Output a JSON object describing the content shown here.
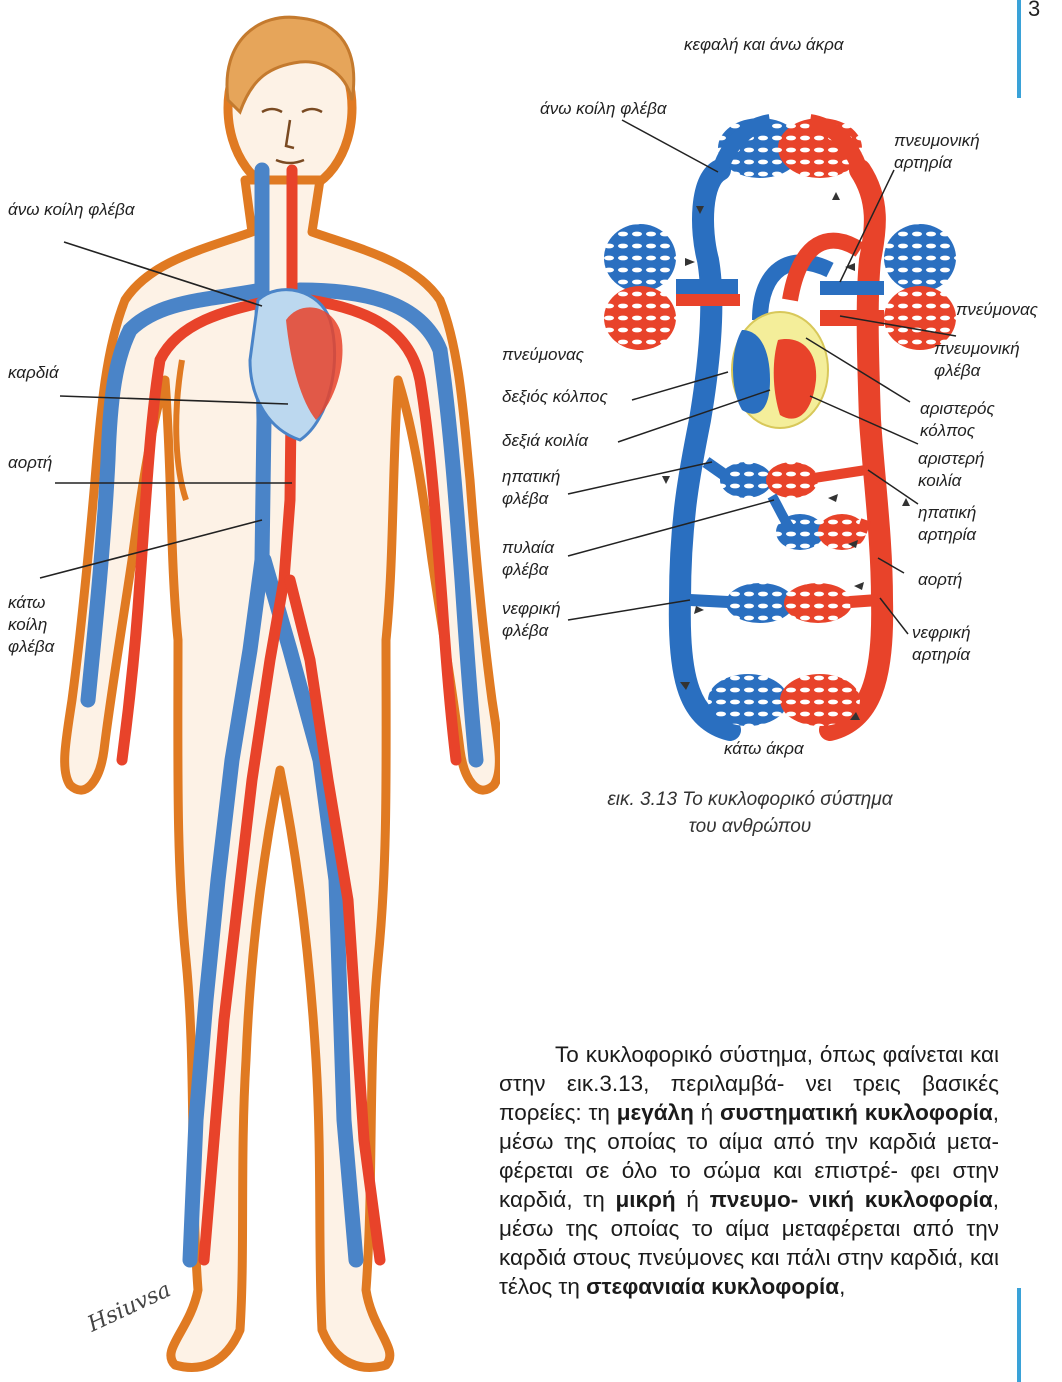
{
  "page": {
    "number": "3"
  },
  "colors": {
    "vein": "#2a6fc0",
    "artery": "#e8432a",
    "accent_line": "#3aa2d8",
    "skin_outline": "#e07a22",
    "heart_yellow": "#f4ee9a"
  },
  "left_figure": {
    "labels": {
      "upper_vena_cava": "άνω κοίλη φλέβα",
      "heart": "καρδιά",
      "aorta": "αορτή",
      "lower_vena_cava": "κάτω\nκοίλη\nφλέβα"
    },
    "signature_text": "Hsiuvsa"
  },
  "right_diagram": {
    "labels": {
      "head_arms": "κεφαλή και άνω άκρα",
      "upper_vena_cava": "άνω κοίλη φλέβα",
      "pulmonary_artery": "πνευμονική\nαρτηρία",
      "lung_right": "πνεύμονας",
      "lung_left": "πνεύμονας",
      "pulmonary_vein": "πνευμονική\nφλέβα",
      "right_atrium": "δεξιός κόλπος",
      "left_atrium": "αριστερός\nκόλπος",
      "right_ventricle": "δεξιά κοιλία",
      "left_ventricle": "αριστερή\nκοιλία",
      "hepatic_vein": "ηπατική\nφλέβα",
      "hepatic_artery": "ηπατική\nαρτηρία",
      "portal_vein": "πυλαία\nφλέβα",
      "aorta": "αορτή",
      "renal_vein": "νεφρική\nφλέβα",
      "renal_artery": "νεφρική\nαρτηρία",
      "lower_limbs": "κάτω άκρα"
    }
  },
  "caption": {
    "line1": "εικ. 3.13 Το κυκλοφορικό σύστημα",
    "line2": "του ανθρώπου"
  },
  "paragraph": {
    "p1": "Το κυκλοφορικό σύστημα, όπως φαίνεται και στην εικ.3.13, περιλαμβά- νει τρεις βασικές πορείες: τη ",
    "b1": "μεγάλη",
    "p2": " ή ",
    "b2": "συστηματική κυκλοφορία",
    "p3": ", μέσω της οποίας το αίμα από την καρδιά μετα- φέρεται σε όλο το σώμα και επιστρέ- φει στην καρδιά, τη ",
    "b3": "μικρή",
    "p4": " ή ",
    "b4": "πνευμο- νική κυκλοφορία",
    "p5": ", μέσω της οποίας το αίμα μεταφέρεται από την καρδιά στους πνεύμονες και πάλι στην καρδιά, και τέλος τη ",
    "b5": "στεφανιαία κυκλοφορία",
    "p6": ","
  }
}
